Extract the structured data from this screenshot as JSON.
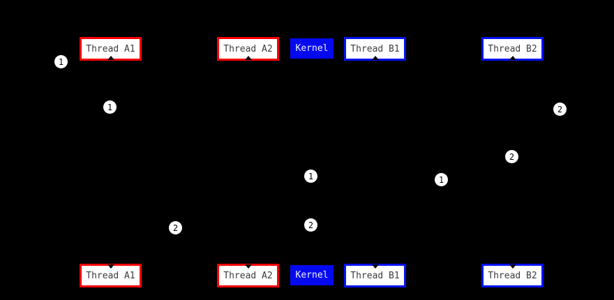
{
  "diagram": {
    "background_color": "#000000",
    "colors": {
      "process_a_border": "#fb0006",
      "process_b_border": "#0513f3",
      "kernel_fill": "#0509f0",
      "box_fill": "#ffffff",
      "box_text": "#3c3c3c",
      "kernel_text": "#f2f2ff",
      "badge_fill": "#ffffff",
      "badge_text": "#000000"
    },
    "top_row": {
      "thread_a1": "Thread A1",
      "thread_a2": "Thread A2",
      "kernel": "Kernel",
      "thread_b1": "Thread B1",
      "thread_b2": "Thread B2"
    },
    "bottom_row": {
      "thread_a1": "Thread A1",
      "thread_a2": "Thread A2",
      "kernel": "Kernel",
      "thread_b1": "Thread B1",
      "thread_b2": "Thread B2"
    },
    "step_badges": [
      "1",
      "1",
      "2",
      "2",
      "1",
      "1",
      "2",
      "2"
    ]
  }
}
